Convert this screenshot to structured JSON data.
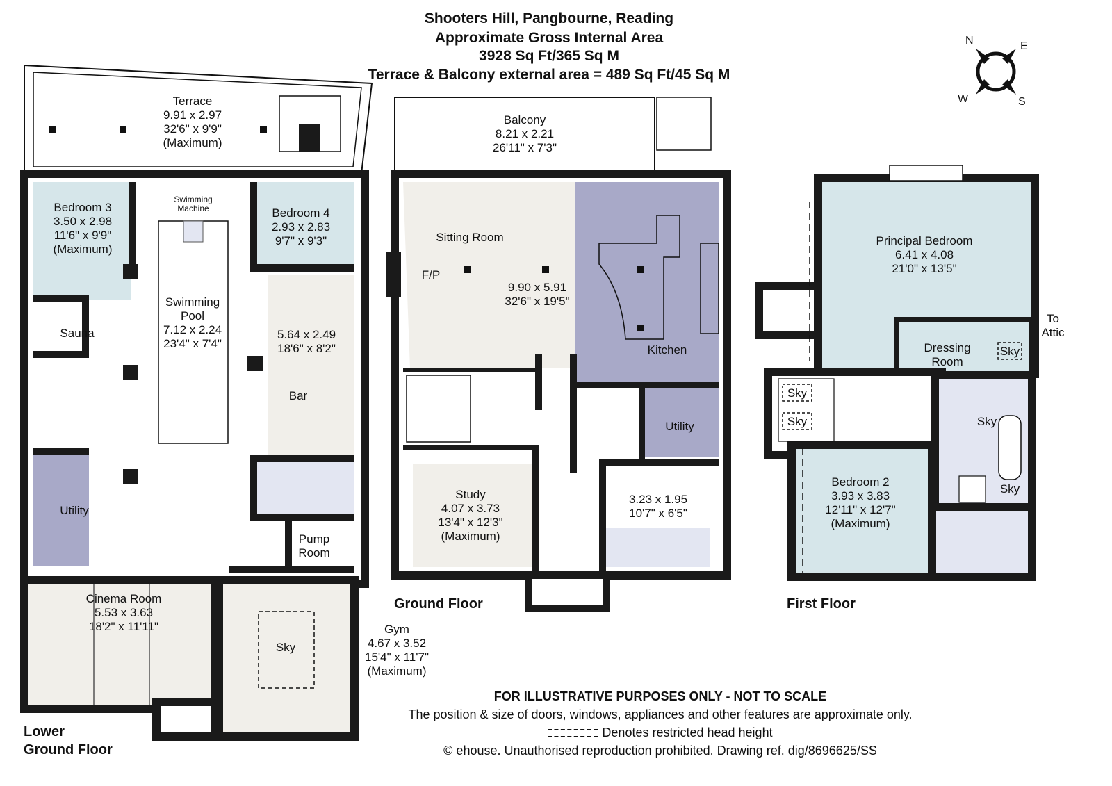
{
  "header": {
    "address": "Shooters Hill, Pangbourne, Reading",
    "area_title": "Approximate Gross Internal Area",
    "area_value": "3928 Sq Ft/365 Sq M",
    "external_area": "Terrace & Balcony external area = 489 Sq Ft/45 Sq M"
  },
  "compass": {
    "n": "N",
    "e": "E",
    "s": "S",
    "w": "W"
  },
  "floors": {
    "lower_ground": {
      "label_line1": "Lower",
      "label_line2": "Ground Floor"
    },
    "ground": {
      "label": "Ground Floor"
    },
    "first": {
      "label": "First Floor"
    }
  },
  "rooms": {
    "terrace": {
      "name": "Terrace",
      "m": "9.91 x 2.97",
      "ft": "32'6\" x 9'9\"",
      "note": "(Maximum)"
    },
    "bedroom3": {
      "name": "Bedroom 3",
      "m": "3.50 x 2.98",
      "ft": "11'6\" x 9'9\"",
      "note": "(Maximum)"
    },
    "swimming_machine": {
      "line1": "Swimming",
      "line2": "Machine"
    },
    "pool": {
      "name1": "Swimming",
      "name2": "Pool",
      "m": "7.12 x 2.24",
      "ft": "23'4\" x 7'4\""
    },
    "bedroom4": {
      "name": "Bedroom 4",
      "m": "2.93 x 2.83",
      "ft": "9'7\" x 9'3\""
    },
    "sauna": {
      "name": "Sauna"
    },
    "bar_area": {
      "m": "5.64 x 2.49",
      "ft": "18'6\" x 8'2\""
    },
    "bar": {
      "name": "Bar"
    },
    "utility_lg": {
      "name": "Utility"
    },
    "pump_room": {
      "line1": "Pump",
      "line2": "Room"
    },
    "cinema": {
      "name": "Cinema Room",
      "m": "5.53 x 3.63",
      "ft": "18'2\" x 11'11\""
    },
    "sky_gym": {
      "name": "Sky"
    },
    "gym": {
      "name": "Gym",
      "m": "4.67 x 3.52",
      "ft": "15'4\" x 11'7\"",
      "note": "(Maximum)"
    },
    "balcony": {
      "name": "Balcony",
      "m": "8.21 x 2.21",
      "ft": "26'11\" x 7'3\""
    },
    "sitting": {
      "name": "Sitting Room",
      "fp": "F/P",
      "m": "9.90 x 5.91",
      "ft": "32'6\" x 19'5\""
    },
    "kitchen": {
      "name": "Kitchen"
    },
    "utility_g": {
      "name": "Utility"
    },
    "study": {
      "name": "Study",
      "m": "4.07 x 3.73",
      "ft": "13'4\" x 12'3\"",
      "note": "(Maximum)"
    },
    "hall_room": {
      "m": "3.23 x 1.95",
      "ft": "10'7\" x 6'5\""
    },
    "principal": {
      "name": "Principal Bedroom",
      "m": "6.41 x 4.08",
      "ft": "21'0\" x 13'5\""
    },
    "attic": {
      "line1": "To",
      "line2": "Attic"
    },
    "dressing": {
      "line1": "Dressing",
      "line2": "Room"
    },
    "sky1": "Sky",
    "sky2": "Sky",
    "sky3": "Sky",
    "sky4": "Sky",
    "sky5": "Sky",
    "bedroom2": {
      "name": "Bedroom 2",
      "m": "3.93 x 3.83",
      "ft": "12'11\" x 12'7\"",
      "note": "(Maximum)"
    }
  },
  "footer": {
    "disclaimer": "FOR ILLUSTRATIVE PURPOSES ONLY - NOT TO SCALE",
    "position_note": "The position & size of doors, windows, appliances and other features are approximate only.",
    "restricted": "Denotes restricted head height",
    "copyright": "© ehouse. Unauthorised reproduction prohibited. Drawing ref. dig/8696625/SS"
  },
  "colors": {
    "wall": "#1a1a1a",
    "bedroom_blue": "#d6e6ea",
    "kitchen_purple": "#a8a9c8",
    "cream": "#f1efea",
    "bath_blue": "#e3e6f2"
  }
}
